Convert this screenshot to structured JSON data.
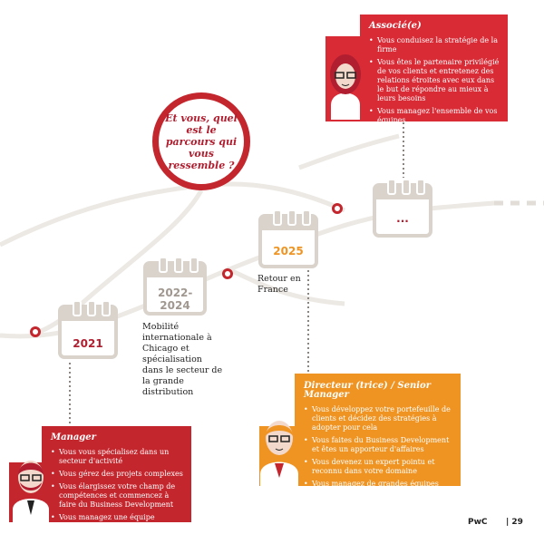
{
  "question": "Et vous, quel est le parcours qui vous ressemble ?",
  "years": {
    "y1": "2021",
    "y2": "2022-2024",
    "y3": "2025",
    "y4": "..."
  },
  "captions": {
    "mobility": "Mobilité internationale à Chicago et spécialisation dans le secteur de la grande distribution",
    "return": "Retour en France"
  },
  "manager": {
    "title": "Manager",
    "items": [
      "Vous vous spécialisez dans un secteur d'activité",
      "Vous gérez des projets complexes",
      "Vous élargissez votre champ de compétences et commencez à faire du Business Development",
      "Vous managez une équipe"
    ]
  },
  "director": {
    "title": "Directeur (trice) / Senior Manager",
    "items": [
      "Vous développez votre portefeuille de clients et décidez des stratégies à adopter pour cela",
      "Vous faites du Business Development et êtes un apporteur d'affaires",
      "Vous devenez un expert pointu et reconnu dans votre domaine",
      "Vous managez de grandes équipes"
    ]
  },
  "associate": {
    "title": "Associé(e)",
    "items": [
      "Vous conduisez la stratégie de la firme",
      "Vous êtes le partenaire privilégié de vos clients et entretenez des relations étroites avec eux dans le but de répondre au mieux à leurs besoins",
      "Vous managez l'ensemble de vos équipes"
    ]
  },
  "footer": {
    "brand": "PwC",
    "page": "| 29"
  },
  "colors": {
    "red": "#c4262e",
    "dark_red": "#b01e2f",
    "orange": "#ef9423",
    "beige": "#d9d3cc"
  }
}
